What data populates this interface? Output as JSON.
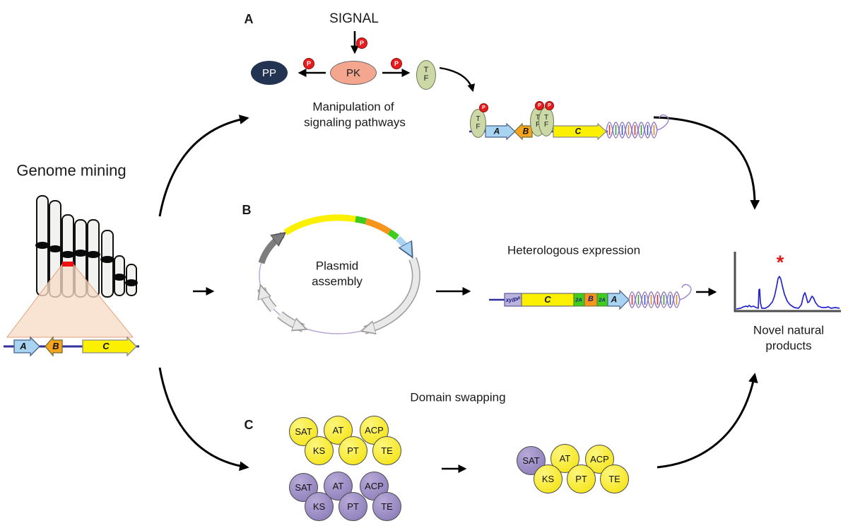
{
  "genome_mining": {
    "title": "Genome mining",
    "gene_a": "A",
    "gene_b": "B",
    "gene_c": "C"
  },
  "panel_a": {
    "label": "A",
    "signal": "SIGNAL",
    "phosphatase": "PP",
    "kinase": "PK",
    "phospho": "P",
    "tf_top": "T",
    "tf_bottom": "F",
    "caption_line1": "Manipulation of",
    "caption_line2": "signaling pathways",
    "gene_a": "A",
    "gene_b": "B",
    "gene_c": "C"
  },
  "panel_b": {
    "label": "B",
    "plasmid_line1": "Plasmid",
    "plasmid_line2": "assembly",
    "expression_title": "Heterologous expression",
    "promoter": "xylP",
    "promoter_sup": "p",
    "gene_c": "C",
    "linker": "2A",
    "gene_b": "B",
    "gene_a": "A"
  },
  "panel_c": {
    "label": "C",
    "title": "Domain swapping",
    "domains_top": [
      "SAT",
      "AT",
      "ACP"
    ],
    "domains_bottom": [
      "KS",
      "PT",
      "TE"
    ]
  },
  "output": {
    "peak_marker": "*",
    "caption_line1": "Novel natural",
    "caption_line2": "products"
  },
  "colors": {
    "phospho_red": "#e81c1c",
    "kinase_salmon": "#f4a68e",
    "phosphatase_navy": "#233352",
    "tf_green": "#ccd8a5",
    "gene_a_blue": "#a9d4f1",
    "gene_b_orange": "#f6a51c",
    "gene_c_yellow": "#faf000",
    "linker_green": "#3fcc1f",
    "promoter_lavender": "#b9b3dd",
    "domain_yellow": "#f8e93a",
    "domain_purple": "#9e90c6",
    "dna_navy": "#31319e",
    "trace_blue": "#2424cc",
    "marker_red": "#e11717"
  }
}
